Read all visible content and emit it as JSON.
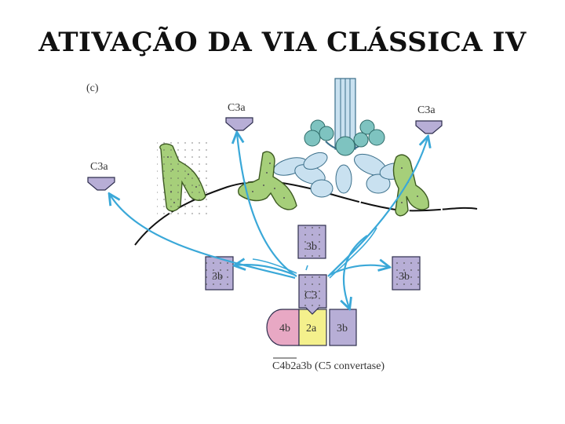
{
  "title": "ATIVAÇÃO DA VIA CLÁSSICA IV",
  "panel_label": "(c)",
  "labels": {
    "c3a_top_left": "C3a",
    "c3a_top_right": "C3a",
    "c3a_left": "C3a",
    "box_3b_center": "3b",
    "box_3b_left": "3b",
    "box_3b_right": "3b",
    "box_c3": "C3",
    "box_4b": "4b",
    "box_2a": "2a",
    "box_3b_complex": "3b"
  },
  "caption": "C4b2a3b (C5 convertase)",
  "colors": {
    "arrow": "#3aa8d8",
    "antibody": "#a6cf7a",
    "c1_head": "#7ec3c0",
    "c1_stalk": "#c9e1f0",
    "fragment": "#b7aed6",
    "c4b": "#e8a8c4",
    "c2a": "#f4f08c"
  }
}
